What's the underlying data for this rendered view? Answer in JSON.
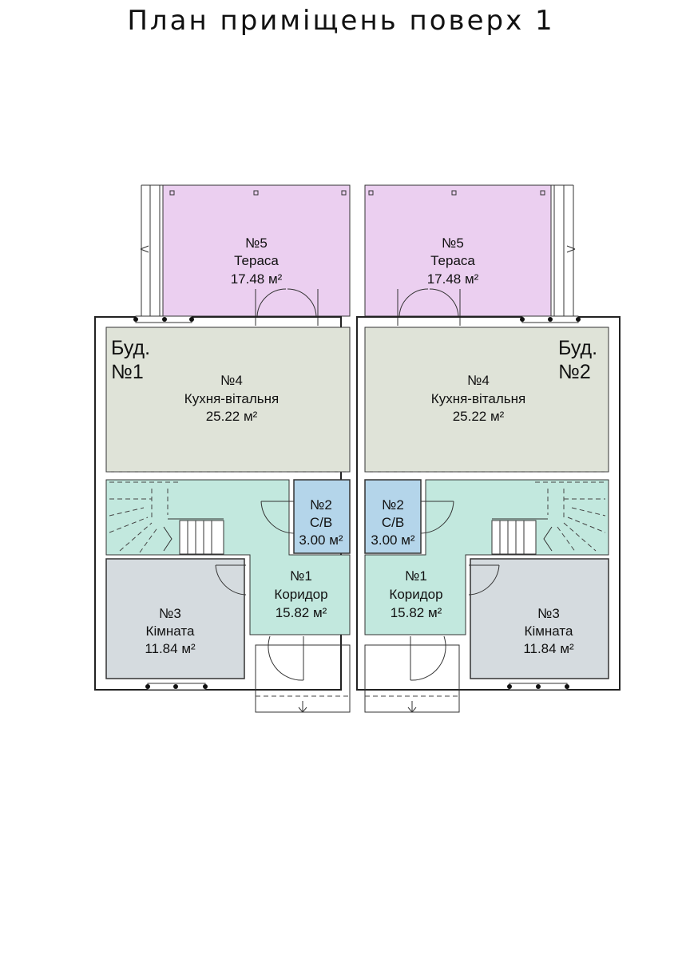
{
  "title": "План приміщень поверх 1",
  "colors": {
    "terrace": "#ebcff0",
    "kitchen": "#dfe3d8",
    "corridor": "#c2e8de",
    "bathroom": "#b4d5ea",
    "room": "#d5dbdf",
    "wall": "#222222"
  },
  "buildings": [
    {
      "label_line1": "Буд.",
      "label_line2": "№1",
      "rooms": {
        "terrace": {
          "num": "№5",
          "name": "Тераса",
          "area": "17.48 м²"
        },
        "kitchen": {
          "num": "№4",
          "name": "Кухня-вітальня",
          "area": "25.22 м²"
        },
        "bathroom": {
          "num": "№2",
          "name": "С/В",
          "area": "3.00 м²"
        },
        "corridor": {
          "num": "№1",
          "name": "Коридор",
          "area": "15.82 м²"
        },
        "room": {
          "num": "№3",
          "name": "Кімната",
          "area": "11.84 м²"
        }
      }
    },
    {
      "label_line1": "Буд.",
      "label_line2": "№2",
      "rooms": {
        "terrace": {
          "num": "№5",
          "name": "Тераса",
          "area": "17.48 м²"
        },
        "kitchen": {
          "num": "№4",
          "name": "Кухня-вітальня",
          "area": "25.22 м²"
        },
        "bathroom": {
          "num": "№2",
          "name": "С/В",
          "area": "3.00 м²"
        },
        "corridor": {
          "num": "№1",
          "name": "Коридор",
          "area": "15.82 м²"
        },
        "room": {
          "num": "№3",
          "name": "Кімната",
          "area": "11.84 м²"
        }
      }
    }
  ]
}
